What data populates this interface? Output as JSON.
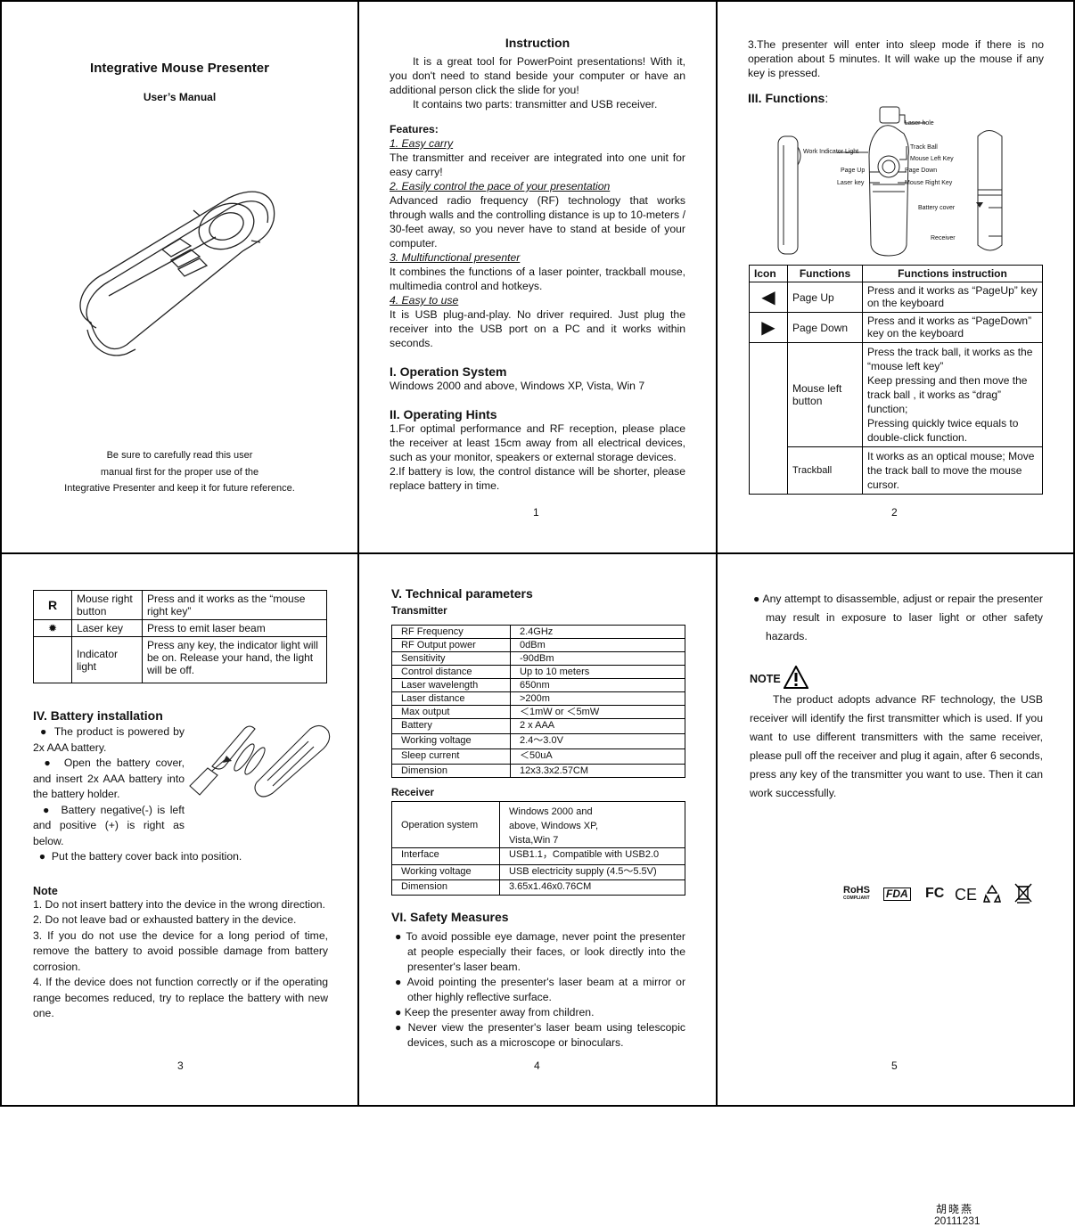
{
  "p0": {
    "title": "Integrative Mouse Presenter",
    "subtitle": "User’s Manual",
    "note_l1": "Be sure to carefully read this user",
    "note_l2": "manual first for the proper use of the",
    "note_l3": "Integrative Presenter and keep it for future reference."
  },
  "p1": {
    "title": "Instruction",
    "intro1": "It is a great tool for PowerPoint presentations! With it, you don't need to stand beside your computer or have an additional person click the slide for you!",
    "intro2": "It contains two parts: transmitter and USB receiver.",
    "features_h": "Features:",
    "f1_t": "1. Easy carry",
    "f1_d": "The transmitter and receiver are integrated into one unit for easy carry!",
    "f2_t": "2. Easily control the pace of your presentation",
    "f2_d": "Advanced radio frequency (RF) technology that works through walls and the controlling distance is up to 10-meters / 30-feet away, so you never have to stand at beside of your computer.",
    "f3_t": "3. Multifunctional presenter",
    "f3_d": "It combines the functions of a laser pointer, trackball mouse, multimedia control and hotkeys.",
    "f4_t": "4. Easy to use",
    "f4_d": "It is USB plug-and-play. No driver required. Just plug the receiver into the USB port on a PC and it works within seconds.",
    "os_h": "I. Operation System",
    "os_d": "Windows 2000 and above, Windows XP, Vista, Win 7",
    "hints_h": "II. Operating Hints",
    "hint1": "1.For optimal performance and RF reception, please place the receiver at least 15cm away from all electrical devices, such as your monitor, speakers or external storage devices.",
    "hint2": "2.If battery is low, the control distance will be shorter, please replace battery in time.",
    "page": "1"
  },
  "p2": {
    "hint3": "3.The presenter will enter into sleep mode if there is no operation about 5 minutes. It will wake up the mouse if any key is pressed.",
    "func_h_num": "III",
    "func_h_txt": ". Functions",
    "func_h_colon": ":",
    "labels": {
      "laser_hole": "Laser hole",
      "work_light": "Work Indicator Light",
      "track_ball": "Track Ball",
      "mouse_left": "Mouse Left Key",
      "page_up": "Page Up",
      "page_down": "Page Down",
      "laser_key": "Laser key",
      "mouse_right": "Mouse Right Key",
      "battery_cover": "Battery cover",
      "receiver": "Receiver"
    },
    "table_head": [
      "Icon",
      "Functions",
      "Functions instruction"
    ],
    "rows": [
      {
        "func": "Page Up",
        "desc": "Press and it works as “PageUp” key on the keyboard"
      },
      {
        "func": "Page Down",
        "desc": "Press and it works as “PageDown” key on the keyboard"
      },
      {
        "func": "Mouse left button",
        "desc1": "Press the track ball, it works as the “mouse left key”",
        "desc2": "Keep pressing and then move the track ball , it works as “drag” function;",
        "desc3": "Pressing quickly twice equals to double-click function."
      },
      {
        "func": "Trackball",
        "desc": "It works as an optical mouse; Move the track ball to move the mouse cursor."
      }
    ],
    "page": "2"
  },
  "p3": {
    "rows": [
      {
        "icon": "R",
        "func": "Mouse right button",
        "desc": "Press and it works as the “mouse right key”"
      },
      {
        "icon": "✹",
        "func": "Laser key",
        "desc": "Press to emit laser beam"
      },
      {
        "icon": "",
        "func": "Indicator light",
        "desc": "Press any key, the indicator light will be on. Release your hand, the light will be off."
      }
    ],
    "bat_h": "IV. Battery installation",
    "b1": "The product is powered by 2x AAA battery.",
    "b2": "Open the battery cover, and insert 2x AAA battery into the battery holder.",
    "b3": "Battery negative(-) is left and positive (+) is right as below.",
    "b4": "Put the battery cover back into position.",
    "note_h": "Note",
    "n1": "1. Do not insert battery into the device in the wrong direction.",
    "n2": "2. Do not leave bad or exhausted battery in the device.",
    "n3": "3. If you do not use the device for a long period of time, remove the battery to avoid possible damage from battery corrosion.",
    "n4": "4. If the device does not function correctly or if the operating range becomes reduced, try to replace the battery with new one.",
    "page": "3"
  },
  "p4": {
    "tech_h_num": "V",
    "tech_h_txt": ". Technical parameters",
    "tx_h": "Transmitter",
    "tx": [
      [
        "RF Frequency",
        "2.4GHz"
      ],
      [
        "RF Output power",
        "0dBm"
      ],
      [
        "Sensitivity",
        "-90dBm"
      ],
      [
        "Control distance",
        "Up to 10 meters"
      ],
      [
        "Laser wavelength",
        "650nm"
      ],
      [
        "Laser distance",
        ">200m"
      ],
      [
        "Max output",
        "＜1mW or ＜5mW"
      ],
      [
        "Battery",
        "2 x AAA"
      ],
      [
        "Working voltage",
        "2.4～3.0V"
      ],
      [
        "Sleep current",
        "＜50uA"
      ],
      [
        "Dimension",
        "12x3.3x2.57CM"
      ]
    ],
    "rx_h": "Receiver",
    "rx": [
      [
        "Operation system",
        "Windows 2000 and above, Windows XP, Vista,Win 7"
      ],
      [
        "Interface",
        "USB1.1，Compatible with USB2.0"
      ],
      [
        "Working voltage",
        "USB electricity supply (4.5～5.5V)"
      ],
      [
        "Dimension",
        "3.65x1.46x0.76CM"
      ]
    ],
    "safety_h_num": "VI",
    "safety_h_txt": ". Safety Measures",
    "s1": "To avoid possible eye damage, never point the presenter at people especially their faces, or look directly into the presenter's laser beam.",
    "s2": "Avoid pointing the presenter's laser beam at a mirror or other highly reflective surface.",
    "s3": "Keep the presenter away from children.",
    "s4": "Never view the presenter's laser beam using telescopic devices, such as a microscope or binoculars.",
    "page": "4"
  },
  "p5": {
    "s5": "Any attempt to disassemble, adjust or repair the presenter may result in exposure to laser light or other safety hazards.",
    "note_h": "NOTE",
    "note": "The product adopts advance RF technology, the USB receiver will identify the first transmitter which is used. If you want to use different transmitters with the same receiver, please pull off the receiver and plug it again, after 6 seconds, press any key of the transmitter you want to use. Then it can work successfully.",
    "cert": [
      "RoHS",
      "COMPLIANT",
      "FDA",
      "FC",
      "CE"
    ],
    "page": "5"
  },
  "footer": {
    "author": "胡晓燕",
    "date": "20111231"
  }
}
